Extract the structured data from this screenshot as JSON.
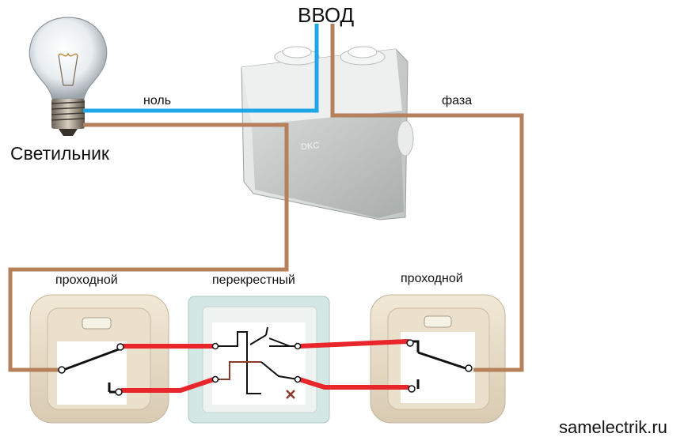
{
  "labels": {
    "input": "ВВОД",
    "neutral": "ноль",
    "phase": "фаза",
    "lamp": "Светильник",
    "switch_left": "проходной",
    "switch_middle": "перекрестный",
    "switch_right": "проходной",
    "website": "samelectrik.ru"
  },
  "box_brand": "DKC",
  "colors": {
    "neutral_wire": "#1ea7e6",
    "phase_wire": "#b5805a",
    "switch_link": "#e8262b",
    "background": "#ffffff"
  },
  "icons": [
    "light-bulb-icon",
    "junction-box-icon",
    "pass-through-switch-icon",
    "cross-switch-icon"
  ]
}
